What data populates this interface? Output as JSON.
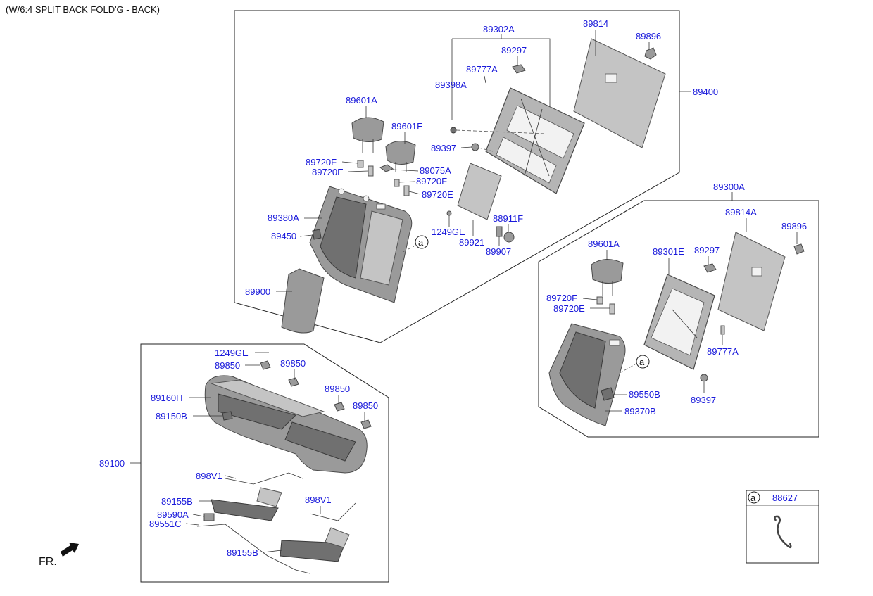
{
  "header": {
    "title": "(W/6:4 SPLIT BACK FOLD'G - BACK)"
  },
  "orientation": {
    "label": "FR."
  },
  "callout_marker": "a",
  "legend": {
    "marker": "a",
    "part": "88627"
  },
  "groups": {
    "upper_right_back": [
      "89302A",
      "89814",
      "89896",
      "89297",
      "89777A",
      "89398A",
      "89400",
      "89397",
      "89601A",
      "89601E",
      "89720F",
      "89720E",
      "89075A",
      "89720F",
      "89720E",
      "89380A",
      "89450",
      "88911F",
      "1249GE",
      "89921",
      "89907",
      "89900"
    ],
    "left_back": [
      "89300A",
      "89814A",
      "89896",
      "89601A",
      "89301E",
      "89297",
      "89720F",
      "89720E",
      "89777A",
      "89550B",
      "89397",
      "89370B"
    ],
    "cushion": [
      "1249GE",
      "89850",
      "89850",
      "89850",
      "89850",
      "89160H",
      "89150B",
      "89100",
      "898V1",
      "89155B",
      "898V1",
      "89590A",
      "89551C",
      "89155B"
    ]
  }
}
